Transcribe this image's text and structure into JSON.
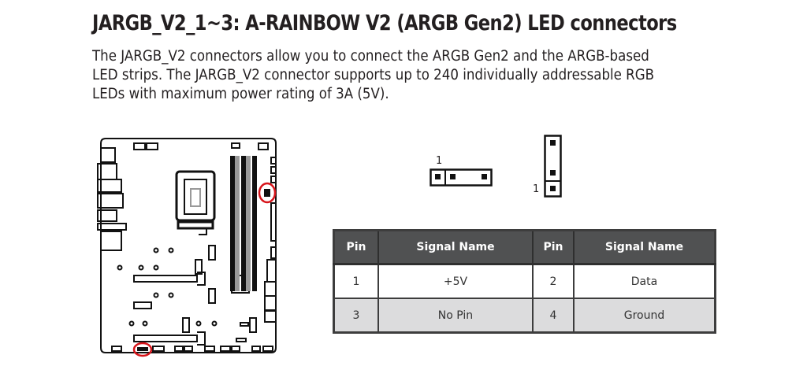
{
  "title": "JARGB_V2_1~3: A-RAINBOW V2 (ARGB Gen2) LED connectors",
  "description": [
    "The JARGB_V2 connectors allow you to connect the ARGB Gen2 and the ARGB-based",
    "LED strips. The JARGB_V2 connector supports up to 240 individually addressable RGB",
    "LEDs with maximum power rating of 3A (5V)."
  ],
  "connector_diagrams": {
    "horizontal_pin1_label": "1",
    "vertical_pin1_label": "1"
  },
  "pin_table": {
    "headers": [
      "Pin",
      "Signal Name",
      "Pin",
      "Signal Name"
    ],
    "rows": [
      [
        "1",
        "+5V",
        "2",
        "Data"
      ],
      [
        "3",
        "No Pin",
        "4",
        "Ground"
      ]
    ]
  },
  "colors": {
    "highlight": "#d7141a",
    "header_bg": "#505152",
    "alt_row_bg": "#dcdcdd"
  }
}
